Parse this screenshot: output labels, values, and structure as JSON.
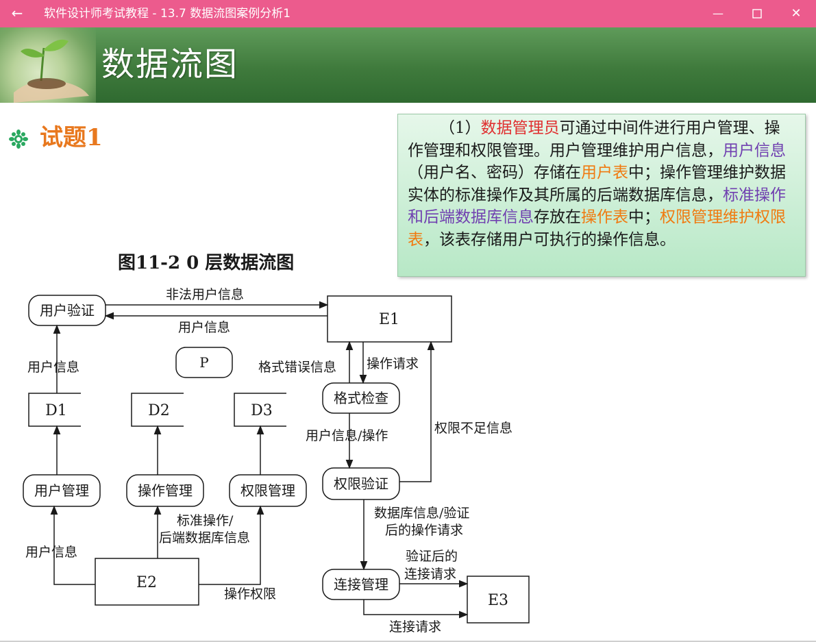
{
  "window": {
    "title": "软件设计师考试教程 - 13.7  数据流图案例分析1",
    "back_icon": "back-arrow-icon",
    "minimize_icon": "minimize-icon",
    "maximize_icon": "maximize-icon",
    "close_icon": "close-icon",
    "accent_color": "#ec5b8d"
  },
  "slide": {
    "banner_title": "数据流图",
    "question_title": "试题1",
    "question_icon": "gear-flower-icon",
    "paragraph": {
      "t1": "（1）",
      "t2": "数据管理员",
      "t3": "可通过中间件进行用户管理、操作管理和权限管理。用户管理维护用户信息，",
      "t4": "用户信息",
      "t5": "（用户名、密码）存储在",
      "t6": "用户表",
      "t7": "中；操作管理维护数据实体的标准操作及其所属的后端数据库信息，",
      "t8": "标准操作和后端数据库信息",
      "t9": "存放在",
      "t10": "操作表",
      "t11": "中；",
      "t12": "权限管理维护权限表",
      "t13": "，该表存储用户可执行的操作信息。"
    },
    "diagram": {
      "caption": "图11-2  0 层数据流图",
      "nodes": {
        "user_verify": "用户验证",
        "p": "P",
        "e1": "E1",
        "d1": "D1",
        "d2": "D2",
        "d3": "D3",
        "user_mgmt": "用户管理",
        "op_mgmt": "操作管理",
        "perm_mgmt": "权限管理",
        "e2": "E2",
        "format_check": "格式检查",
        "perm_verify": "权限验证",
        "conn_mgmt": "连接管理",
        "e3": "E3"
      },
      "flows": {
        "illegal_user_info": "非法用户信息",
        "user_info_top": "用户信息",
        "user_info_left": "用户信息",
        "format_error": "格式错误信息",
        "op_request": "操作请求",
        "user_info_op": "用户信息/操作",
        "perm_insufficient": "权限不足信息",
        "std_op_line1": "标准操作/",
        "std_op_line2": "后端数据库信息",
        "user_info_e2": "用户信息",
        "db_info_line1": "数据库信息/验证",
        "db_info_line2": "后的操作请求",
        "verified_line1": "验证后的",
        "verified_line2": "连接请求",
        "op_perm": "操作权限",
        "conn_request": "连接请求"
      }
    }
  }
}
